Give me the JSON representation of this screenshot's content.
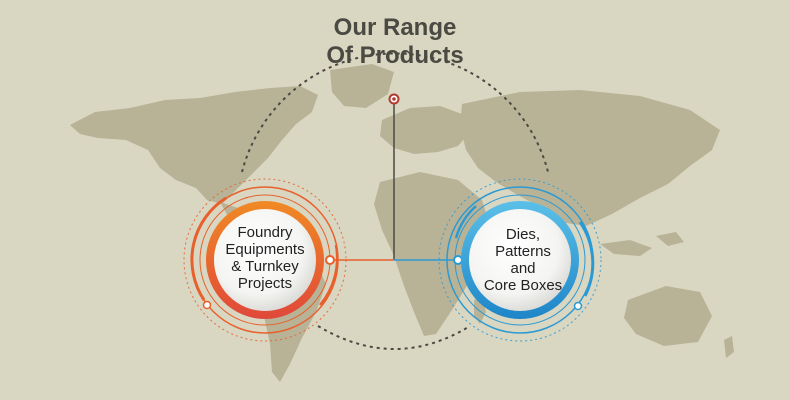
{
  "title": {
    "line1": "Our Range",
    "line2": "Of Products"
  },
  "categories": [
    {
      "lines": [
        "Foundry",
        "Equipments",
        "& Turnkey",
        "Projects"
      ]
    },
    {
      "lines": [
        "Dies,",
        "Patterns",
        "and",
        "Core Boxes"
      ]
    }
  ],
  "colors": {
    "background": "#d9d6c2",
    "map": "#b8b397",
    "left_accent": "#e8612d",
    "right_accent": "#2a9ad4",
    "dotted_line": "#4a4a42",
    "center_dot": "#b03a2e"
  }
}
